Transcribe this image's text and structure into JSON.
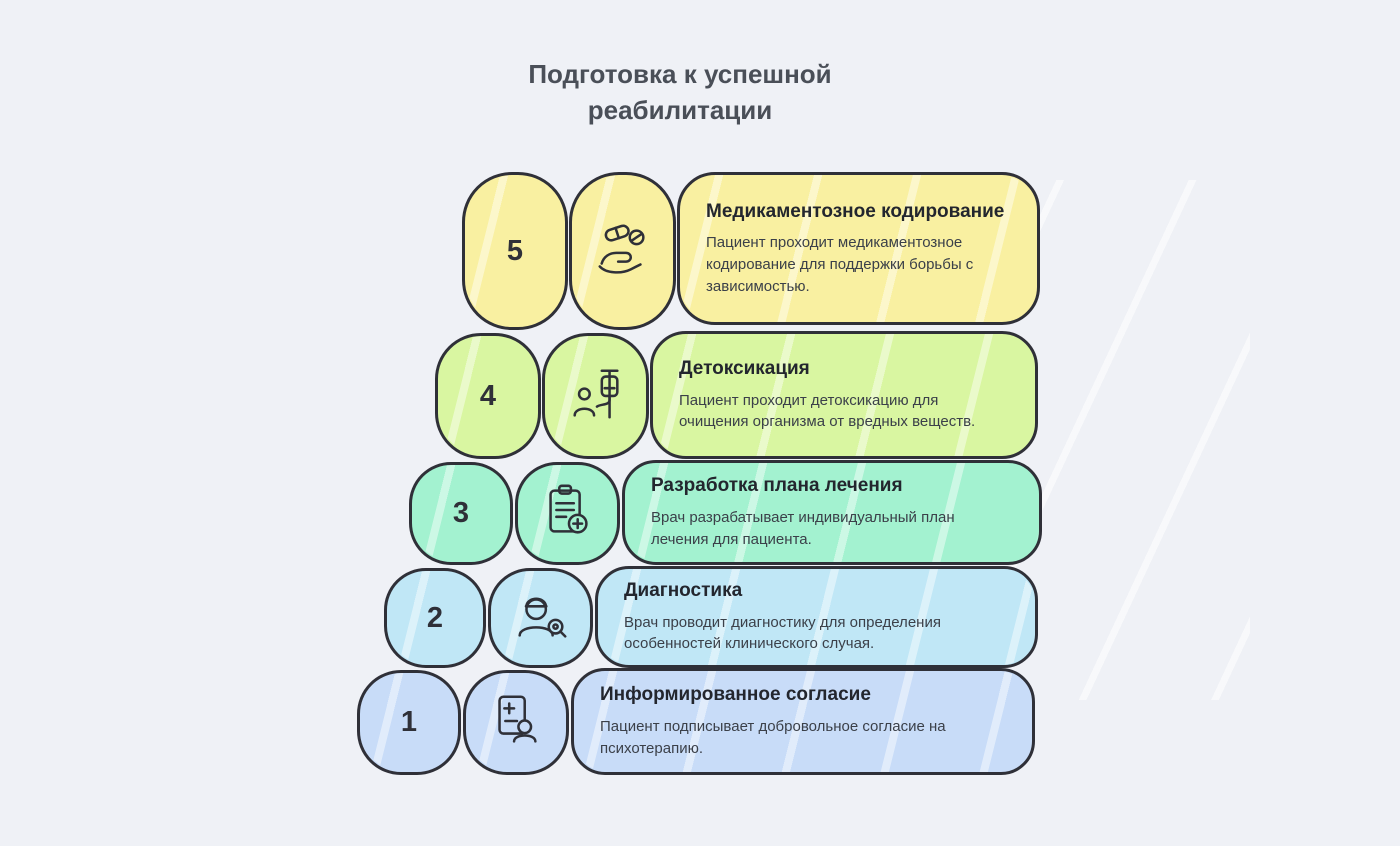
{
  "title": "Подготовка к успешной реабилитации",
  "background_color": "#eff1f6",
  "outline_color": "#2f3038",
  "steps": [
    {
      "number": "5",
      "title": "Медикаментозное кодирование",
      "description": "Пациент проходит медикаментозное кодирование для поддержки борьбы с зависимостью.",
      "color": "#f9f0a1",
      "icon": "pills-hand-icon"
    },
    {
      "number": "4",
      "title": "Детоксикация",
      "description": "Пациент проходит детоксикацию для очищения организма от вредных веществ.",
      "color": "#d9f6a1",
      "icon": "iv-drip-icon"
    },
    {
      "number": "3",
      "title": "Разработка плана лечения",
      "description": "Врач разрабатывает индивидуальный план лечения для пациента.",
      "color": "#a3f2d0",
      "icon": "treatment-plan-icon"
    },
    {
      "number": "2",
      "title": "Диагностика",
      "description": "Врач проводит диагностику для определения особенностей клинического случая.",
      "color": "#c0e7f6",
      "icon": "diagnostics-icon"
    },
    {
      "number": "1",
      "title": "Информированное согласие",
      "description": "Пациент подписывает добровольное согласие на психотерапию.",
      "color": "#c8dcf8",
      "icon": "consent-icon"
    }
  ]
}
